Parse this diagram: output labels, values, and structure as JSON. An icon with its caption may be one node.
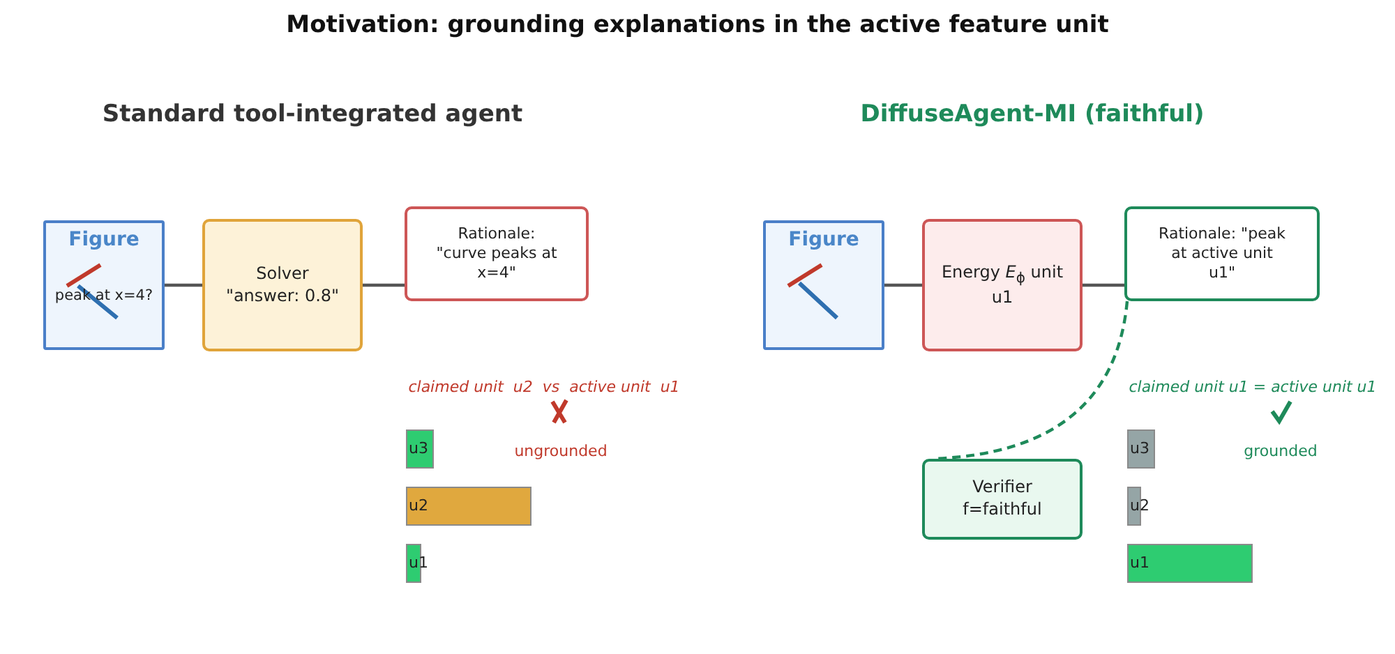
{
  "diagram": {
    "title": "Motivation: grounding explanations in the active feature unit",
    "nodes": [
      {
        "text": [
          "Figure",
          "peak at x=4?"
        ]
      },
      {
        "text": [
          "Solver \"answer: 0.8\""
        ]
      },
      {
        "text": [
          "Rationale: \"curve peaks at x=4\""
        ]
      },
      {
        "text": [
          "Figure"
        ]
      },
      {
        "text": [
          "Energy *E*$_{ϕ}$ unit u1"
        ]
      },
      {
        "text": [
          "Rationale: \"peak at active unit u1\""
        ]
      },
      {
        "text": [
          "Verifier f=faithful"
        ]
      }
    ],
    "edges": [
      {
        "from": 0,
        "to": 1,
        "arrow": "none"
      },
      {
        "from": 1,
        "to": 2,
        "arrow": "none"
      },
      {
        "from": 3,
        "to": 4,
        "arrow": "none"
      },
      {
        "from": 4,
        "to": 5,
        "arrow": "none"
      },
      {
        "from": 5,
        "to": 6,
        "arrow": "none",
        "style": "dashed",
        "color": "#1e8a5a"
      }
    ],
    "labels": [
      "Standard tool-integrated agent",
      "DiffuseAgent-MI (faithful)",
      "claimed unit  u2  vs  active unit  u1",
      "ungrounded",
      "u3",
      "u2",
      "u1",
      "claimed unit u1 = active unit u1",
      "grounded",
      "u3",
      "u2",
      "u1"
    ]
  }
}
